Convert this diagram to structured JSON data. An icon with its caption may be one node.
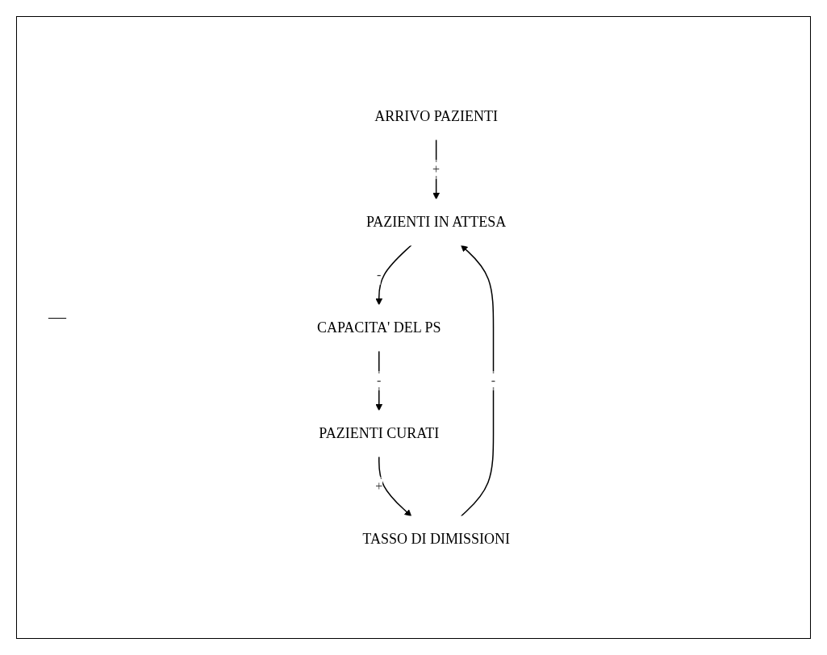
{
  "diagram": {
    "nodes": [
      {
        "text": [
          "ARRIVO PAZIENTI"
        ]
      },
      {
        "text": [
          "PAZIENTI IN ATTESA"
        ]
      },
      {
        "text": [
          "CAPACITA' DEL PS"
        ]
      },
      {
        "text": [
          "TASSO DI DIMISSIONI"
        ]
      },
      {
        "text": [
          "PAZIENTI CURATI"
        ]
      }
    ],
    "edges": [
      {
        "from": 0,
        "to": 1,
        "arrow": "to",
        "label": "+"
      },
      {
        "from": 1,
        "to": 2,
        "arrow": "to",
        "label": "-"
      },
      {
        "from": 2,
        "to": 4,
        "arrow": "to",
        "label": "-"
      },
      {
        "from": 4,
        "to": 3,
        "arrow": "to",
        "label": "+"
      },
      {
        "from": 3,
        "to": 1,
        "arrow": "to",
        "label": "-"
      }
    ],
    "labels": [
      "—"
    ]
  }
}
